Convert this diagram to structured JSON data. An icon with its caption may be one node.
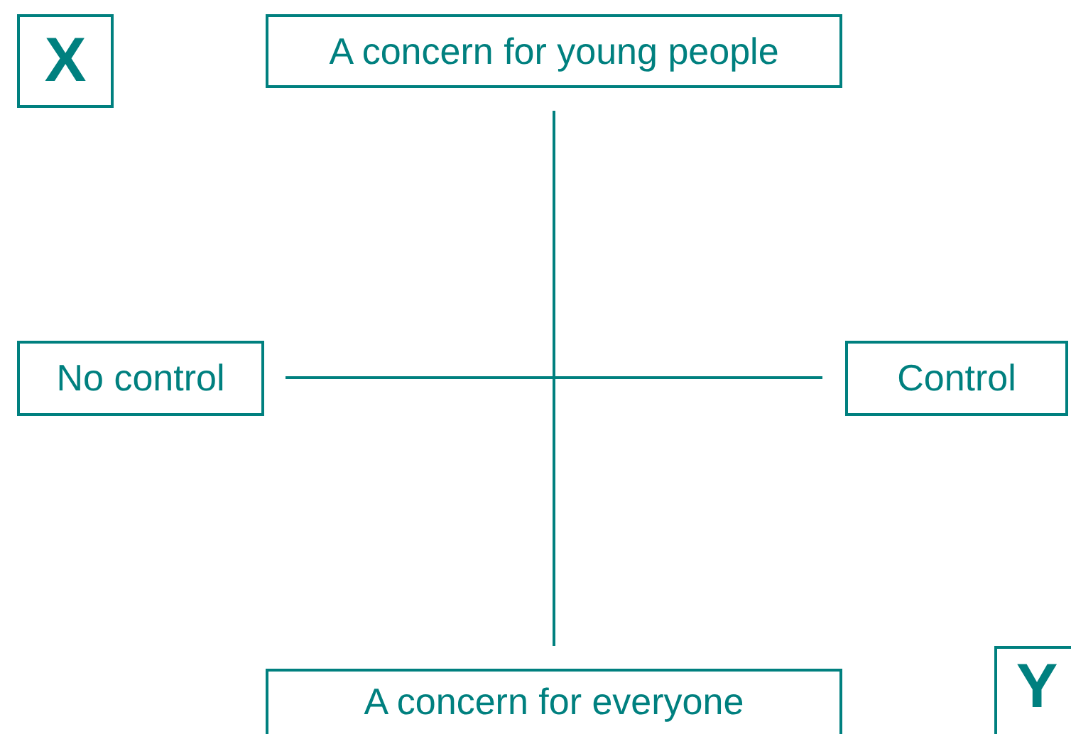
{
  "diagram": {
    "nodes": [
      {
        "text": [
          "X"
        ]
      },
      {
        "text": [
          "A concern for young people"
        ]
      },
      {
        "text": [
          "No control"
        ]
      },
      {
        "text": [
          "Control"
        ]
      },
      {
        "text": [
          "A concern for everyone"
        ]
      },
      {
        "text": [
          "Y"
        ]
      }
    ],
    "edges": []
  }
}
